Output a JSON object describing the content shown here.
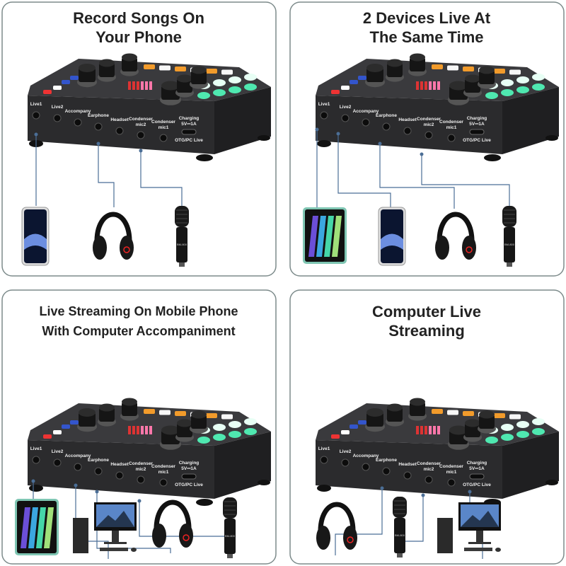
{
  "ports": {
    "live1": "Live1",
    "live2": "Live2",
    "accompany": "Accompany",
    "earphone": "Earphone",
    "headset": "Headset",
    "mic2_a": "Condenser",
    "mic2_b": "mic2",
    "mic1_a": "Condenser",
    "mic1_b": "mic1",
    "charging_a": "Charging",
    "charging_b": "5V⎓1A",
    "otg": "OTG/PC Live"
  },
  "mic_label": "BM-800",
  "colors": {
    "border": "#7d8b8b",
    "line": "#4b6e96",
    "body": "#2b2b2d",
    "accent_green": "#3fe0a0"
  },
  "panels": [
    {
      "title_lines": [
        "Record Songs On",
        "Your Phone"
      ],
      "devices": [
        "phone-icon",
        "headphones-icon",
        "microphone-icon"
      ]
    },
    {
      "title_lines": [
        "2 Devices Live At",
        "The Same Time"
      ],
      "devices": [
        "tablet-icon",
        "phone-icon",
        "headphones-icon",
        "microphone-icon"
      ]
    },
    {
      "title_lines": [
        "Live Streaming On Mobile Phone",
        "With Computer Accompaniment"
      ],
      "devices": [
        "tablet-icon",
        "computer-icon",
        "headphones-icon",
        "microphone-icon"
      ]
    },
    {
      "title_lines": [
        "Computer Live",
        "Streaming"
      ],
      "devices": [
        "headphones-icon",
        "microphone-icon",
        "computer-icon"
      ]
    }
  ]
}
